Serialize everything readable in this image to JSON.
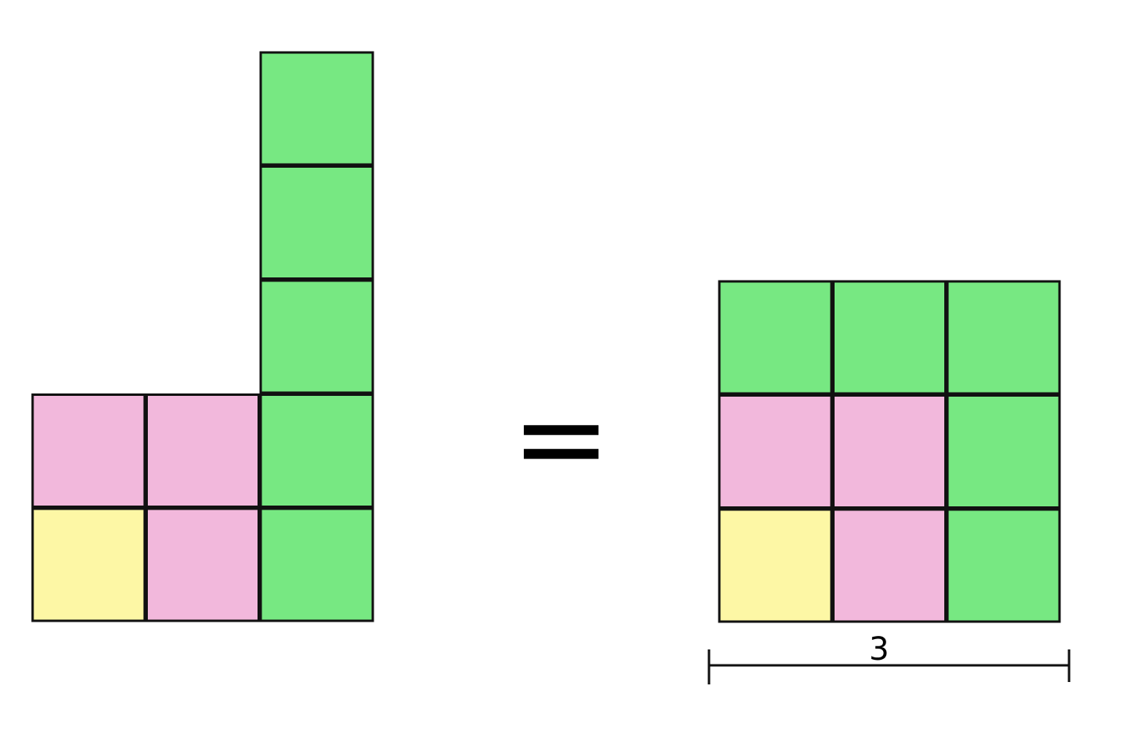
{
  "colors": {
    "green": "#77e882",
    "pink": "#f2b8dc",
    "yellow": "#fdf7a5",
    "outline": "#111111"
  },
  "left_shape": {
    "columns": [
      [
        "yellow",
        "pink"
      ],
      [
        "pink",
        "pink"
      ],
      [
        "green",
        "green",
        "green",
        "green",
        "green"
      ]
    ]
  },
  "equals_sign": "=",
  "right_shape": {
    "rows_top_to_bottom": [
      [
        "green",
        "green",
        "green"
      ],
      [
        "pink",
        "pink",
        "green"
      ],
      [
        "yellow",
        "pink",
        "green"
      ]
    ],
    "side_length_label": "3"
  }
}
